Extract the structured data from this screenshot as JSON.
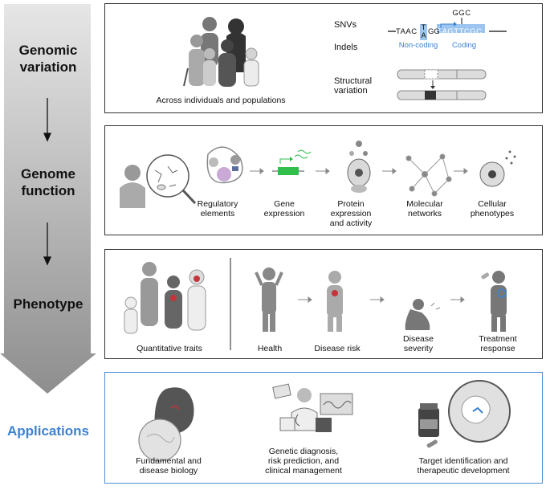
{
  "stages": {
    "genomic_variation": "Genomic\nvariation",
    "genome_function": "Genome\nfunction",
    "phenotype": "Phenotype",
    "applications": "Applications"
  },
  "panel1": {
    "population_caption": "Across individuals and populations",
    "snvs": "SNVs",
    "indels": "Indels",
    "structural_variation": "Structural\nvariation",
    "seq_left": "TAAC",
    "seq_snv_top": "T",
    "seq_snv_bottom": "A",
    "seq_mid": "GG",
    "seq_coding": "TAGTTCGC",
    "seq_insert": "GGC",
    "noncoding_label": "Non-coding",
    "coding_label": "Coding"
  },
  "panel2": {
    "labels": [
      "Regulatory\nelements",
      "Gene\nexpression",
      "Protein\nexpression\nand activity",
      "Molecular\nnetworks",
      "Cellular\nphenotypes"
    ]
  },
  "panel3": {
    "quantitative_traits": "Quantitative traits",
    "health": "Health",
    "disease_risk": "Disease risk",
    "disease_severity": "Disease\nseverity",
    "treatment_response": "Treatment\nresponse"
  },
  "panel4": {
    "fundamental": "Fundamental and\ndisease biology",
    "genetic_diagnosis": "Genetic diagnosis,\nrisk prediction, and\nclinical management",
    "target_identification": "Target identification and\ntherapeutic development",
    "percent_symbol": "%"
  },
  "colors": {
    "accent_blue": "#3a82d2",
    "coding_highlight": "#9cc5ef",
    "gene_green": "#2fbf4a",
    "heart_red": "#c4343a",
    "arrow_gradient_top": "#d9d9d9",
    "arrow_gradient_bottom": "#8f8f8f"
  }
}
